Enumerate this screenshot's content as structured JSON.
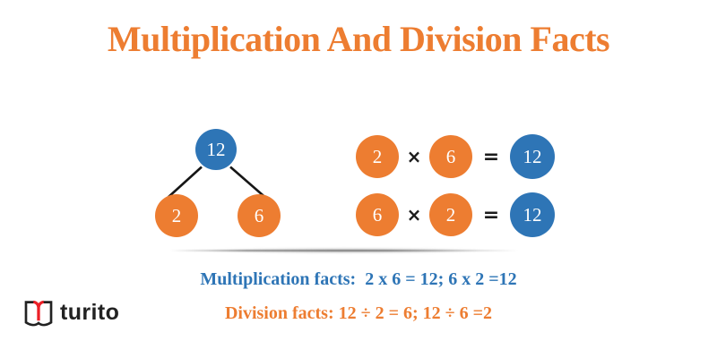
{
  "title": "Multiplication And Division Facts",
  "tree": {
    "root": "12",
    "left_child": "2",
    "right_child": "6"
  },
  "equations": [
    {
      "factor1": "2",
      "times": "×",
      "factor2": "6",
      "equals": "=",
      "product": "12"
    },
    {
      "factor1": "6",
      "times": "×",
      "factor2": "2",
      "equals": "=",
      "product": "12"
    }
  ],
  "facts": {
    "multiplication": "Multiplication facts:  2 x 6 = 12; 6 x 2 =12",
    "division": "Division facts: 12 ÷ 2 = 6; 12 ÷ 6 =2"
  },
  "logo": {
    "brand": "turito"
  },
  "colors": {
    "orange": "#ED7D31",
    "blue": "#2E75B6",
    "title_orange": "#ED7D31",
    "logo_red": "#EC2027",
    "logo_black": "#222222",
    "line_black": "#161616"
  }
}
